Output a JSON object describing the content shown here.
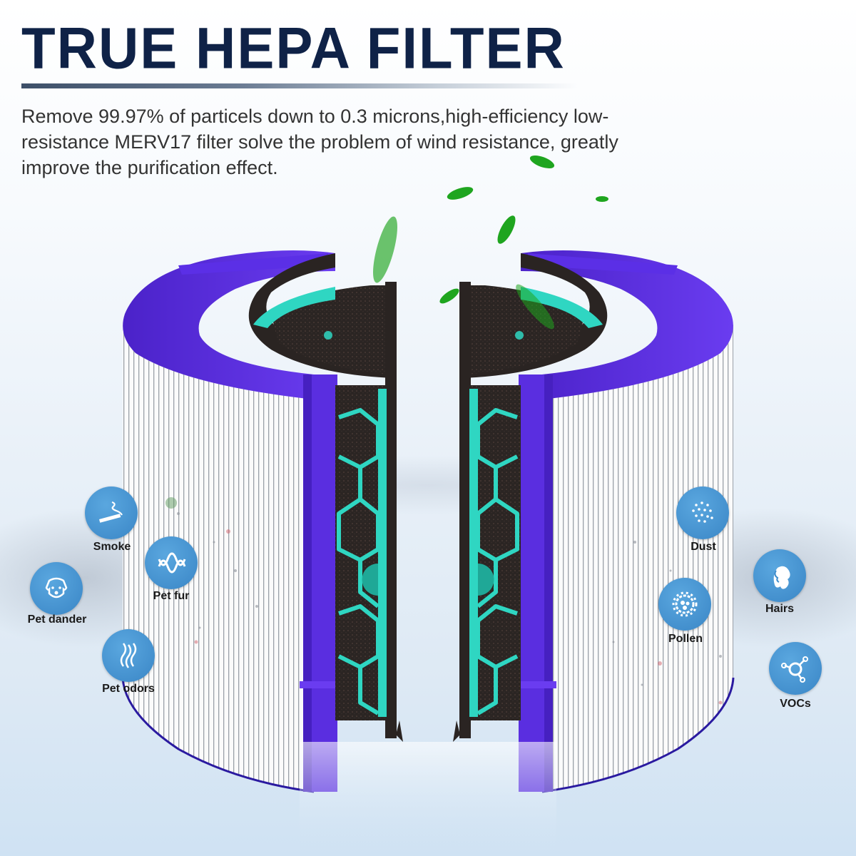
{
  "header": {
    "title": "TRUE HEPA FILTER",
    "description": "Remove 99.97% of particels down to 0.3 microns,high-efficiency low-resistance MERV17 filter solve the problem of wind resistance, greatly improve the purification effect."
  },
  "colors": {
    "title": "#0f2247",
    "frame_purple": "#5a2ee0",
    "carbon_teal": "#2fd6c2",
    "carbon_dark": "#2b2523",
    "badge_blue": "#3f8dcc",
    "leaf_green": "#1fa51f"
  },
  "left_badges": [
    {
      "label": "Smoke",
      "icon": "cigarette-smoke-icon"
    },
    {
      "label": "Pet fur",
      "icon": "wavy-fur-icon"
    },
    {
      "label": "Pet dander",
      "icon": "dog-face-icon"
    },
    {
      "label": "Pet odors",
      "icon": "odor-waves-icon"
    }
  ],
  "right_badges": [
    {
      "label": "Dust",
      "icon": "dust-dots-icon"
    },
    {
      "label": "Hairs",
      "icon": "woman-hair-icon"
    },
    {
      "label": "Pollen",
      "icon": "pollen-gear-icon"
    },
    {
      "label": "VOCs",
      "icon": "molecule-icon"
    }
  ]
}
